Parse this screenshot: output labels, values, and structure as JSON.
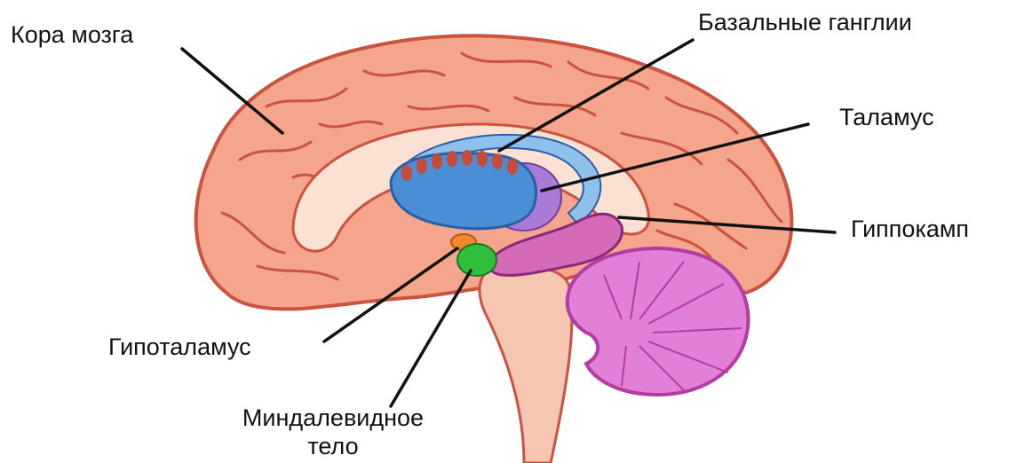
{
  "labels": {
    "cortex": "Кора мозга",
    "basal_ganglia": "Базальные ганглии",
    "thalamus": "Таламус",
    "hippocampus": "Гиппокамп",
    "hypothalamus": "Гипоталамус",
    "amygdala_line1": "Миндалевидное",
    "amygdala_line2": "тело"
  },
  "colors": {
    "cortex": "#f4a58c",
    "cortex_outline": "#c9533e",
    "inner": "#fbe1d3",
    "basal_ganglia": "#4a8fd6",
    "basal_ganglia_outline": "#2a5fa8",
    "ventricle": "#8ec0ec",
    "thalamus": "#a97ad6",
    "hippocampus": "#d46ab8",
    "hypothalamus": "#f08a2e",
    "amygdala": "#2fbf3a",
    "cerebellum": "#e27fd6",
    "cerebellum_outline": "#b23ba4",
    "brainstem": "#f6c6b3",
    "leader_line": "#111111"
  }
}
